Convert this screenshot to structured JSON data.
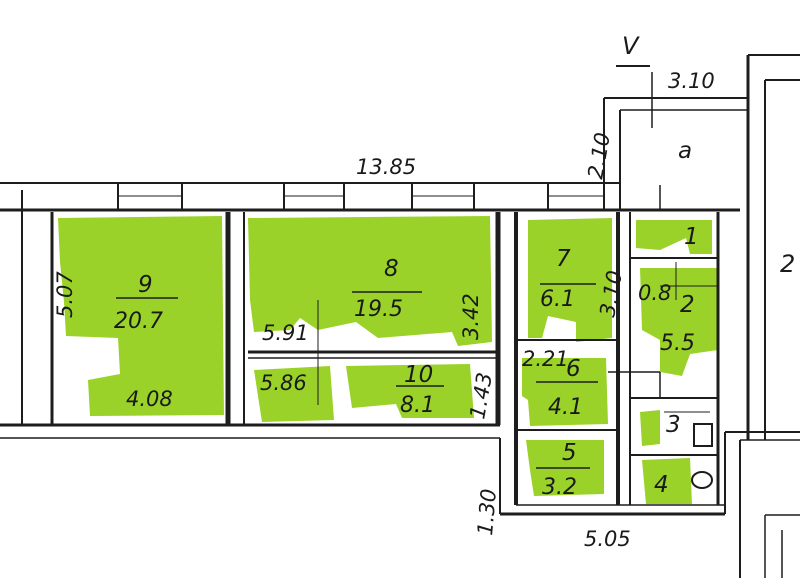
{
  "colors": {
    "fill": "#9ad22a",
    "line": "#1d1d1d",
    "background": "#ffffff"
  },
  "section_label": "V",
  "room_a_label": "a",
  "right_cut_label": "2",
  "dimensions": {
    "total_length": "13.85",
    "top_right": "3.10",
    "side_vertical": "2.10",
    "bottom_length": "5.05",
    "bottom_vertical": "1.30",
    "room9_height": "5.07",
    "room9_width": "4.08",
    "room8_width": "5.91",
    "room8_height": "3.42",
    "room10_width": "5.86",
    "room10_height": "1.43",
    "room7_dim": "3.10",
    "room6_dim": "2.21",
    "room2_dim": "0.8"
  },
  "rooms": [
    {
      "number": "9",
      "area": "20.7"
    },
    {
      "number": "8",
      "area": "19.5"
    },
    {
      "number": "10",
      "area": "8.1"
    },
    {
      "number": "7",
      "area": "6.1"
    },
    {
      "number": "6",
      "area": "4.1"
    },
    {
      "number": "5",
      "area": "3.2"
    },
    {
      "number": "1",
      "area": ""
    },
    {
      "number": "2",
      "area": "5.5"
    },
    {
      "number": "3",
      "area": ""
    },
    {
      "number": "4",
      "area": ""
    }
  ]
}
